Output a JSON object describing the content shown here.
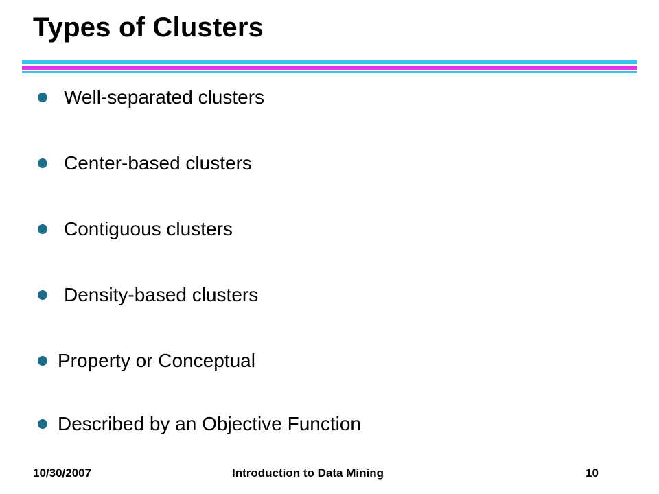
{
  "slide": {
    "title": "Types of Clusters",
    "rule_colors": {
      "top": "#33c3ee",
      "middle": "#e833e8",
      "bottom": "#33c3ee"
    },
    "bullet_color": "#1e6e8a",
    "bullets": [
      {
        "text": "Well-separated clusters"
      },
      {
        "text": "Center-based clusters"
      },
      {
        "text": "Contiguous clusters"
      },
      {
        "text": "Density-based clusters"
      },
      {
        "text": "Property or Conceptual"
      },
      {
        "text": "Described by an Objective Function"
      }
    ]
  },
  "footer": {
    "date": "10/30/2007",
    "course": "Introduction to Data Mining",
    "page_number": "10"
  }
}
